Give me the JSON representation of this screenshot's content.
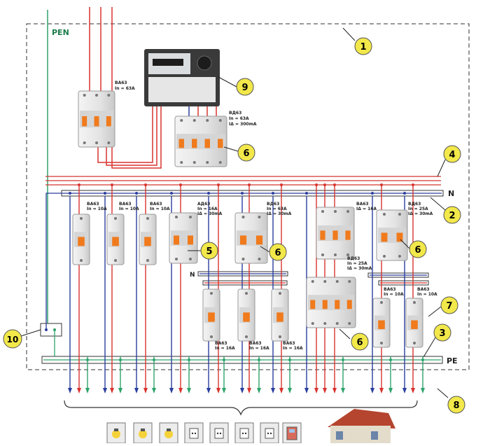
{
  "labels": {
    "pen": "PEN",
    "n_bus": "N",
    "n_sub": "N",
    "pe_bus": "PE"
  },
  "breakers": {
    "main": {
      "l1": "ВА63",
      "l2": "In = 63A"
    },
    "rcd_main": {
      "l1": "ВД63",
      "l2": "In = 63A",
      "l3": "IΔ = 300mA"
    },
    "row1": [
      {
        "l1": "ВА63",
        "l2": "In = 10A"
      },
      {
        "l1": "ВА63",
        "l2": "In = 10A"
      },
      {
        "l1": "ВА63",
        "l2": "In = 10A"
      },
      {
        "l1": "АД63",
        "l2": "In = 16A",
        "l3": "IΔ = 30mA"
      },
      {
        "l1": "ВД63",
        "l2": "In = 63A",
        "l3": "IΔ = 30mA"
      }
    ],
    "rcd_3p": {
      "l1": "ВА63",
      "l2": "IΔ = 16A"
    },
    "rcd_right": {
      "l1": "ВД63",
      "l2": "In = 25A",
      "l3": "IΔ = 30mA"
    },
    "rcd_mid": {
      "l1": "ВД63",
      "l2": "In = 25A",
      "l3": "IΔ = 30mA"
    },
    "sub_group": [
      {
        "l1": "ВА63",
        "l2": "In = 16A"
      },
      {
        "l1": "ВА63",
        "l2": "In = 16A"
      },
      {
        "l1": "ВА63",
        "l2": "In = 16A"
      }
    ],
    "right_group": [
      {
        "l1": "ВА63",
        "l2": "In = 10A"
      },
      {
        "l1": "ВА63",
        "l2": "In = 10A"
      }
    ]
  },
  "callouts": [
    "1",
    "2",
    "3",
    "4",
    "5",
    "6",
    "6",
    "6",
    "6",
    "7",
    "8",
    "9",
    "10"
  ],
  "colors": {
    "phase": "#d8342f",
    "neutral": "#2b3f9e",
    "pe": "#2fa36b",
    "callout_fill": "#f2e84a",
    "breaker_handle": "#f07a1c"
  },
  "icons": [
    "lamp-icon",
    "lamp-icon",
    "lamp-icon",
    "socket-icon",
    "socket-icon",
    "socket-icon",
    "socket-icon",
    "appliance-icon",
    "house-icon"
  ]
}
